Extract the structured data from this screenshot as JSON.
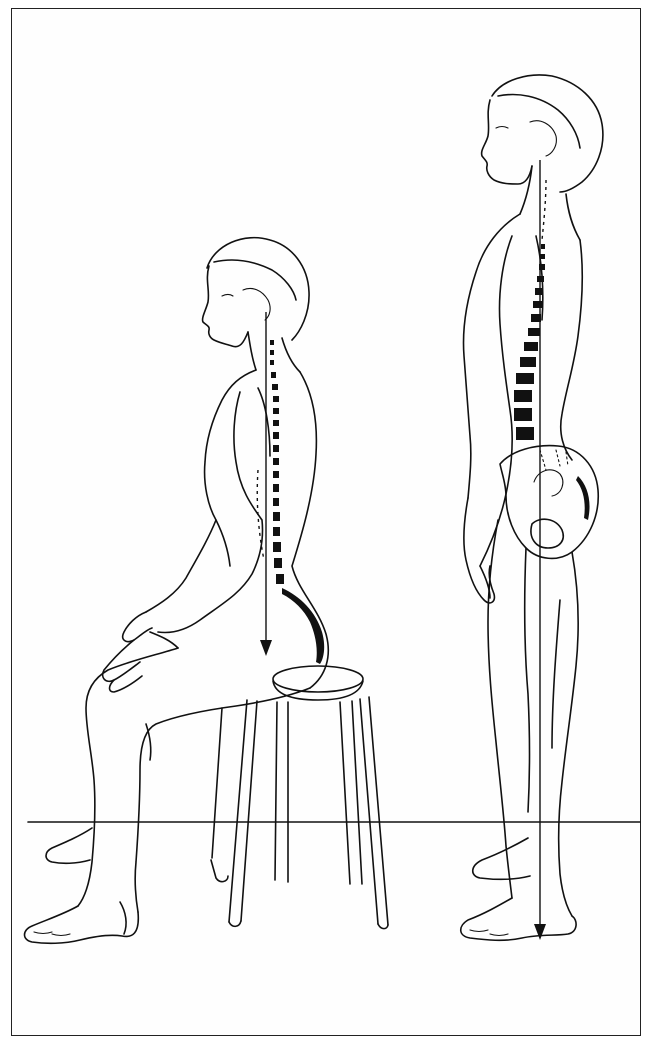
{
  "figure": {
    "description_free": true,
    "colors": {
      "ink": "#111111",
      "paper": "#ffffff",
      "frame": "#222222"
    },
    "figures": [
      {
        "id": "seated-figure",
        "pose": "seated"
      },
      {
        "id": "standing-figure",
        "pose": "standing"
      }
    ]
  }
}
